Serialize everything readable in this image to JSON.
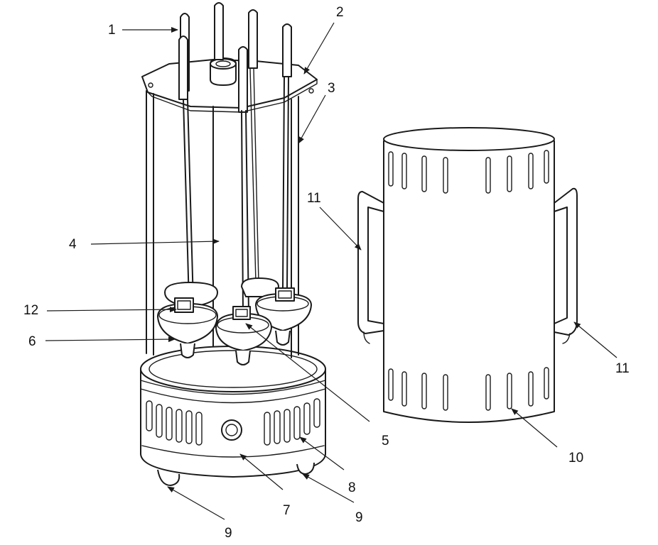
{
  "callouts": [
    {
      "id": "c1",
      "text": "1"
    },
    {
      "id": "c2",
      "text": "2"
    },
    {
      "id": "c3",
      "text": "3"
    },
    {
      "id": "c4",
      "text": "4"
    },
    {
      "id": "c5",
      "text": "5"
    },
    {
      "id": "c6",
      "text": "6"
    },
    {
      "id": "c7",
      "text": "7"
    },
    {
      "id": "c8",
      "text": "8"
    },
    {
      "id": "c9a",
      "text": "9"
    },
    {
      "id": "c9b",
      "text": "9"
    },
    {
      "id": "c10",
      "text": "10"
    },
    {
      "id": "c11a",
      "text": "11"
    },
    {
      "id": "c11b",
      "text": "11"
    },
    {
      "id": "c12",
      "text": "12"
    }
  ],
  "colors": {
    "line": "#1a1a1a",
    "background": "#ffffff"
  }
}
